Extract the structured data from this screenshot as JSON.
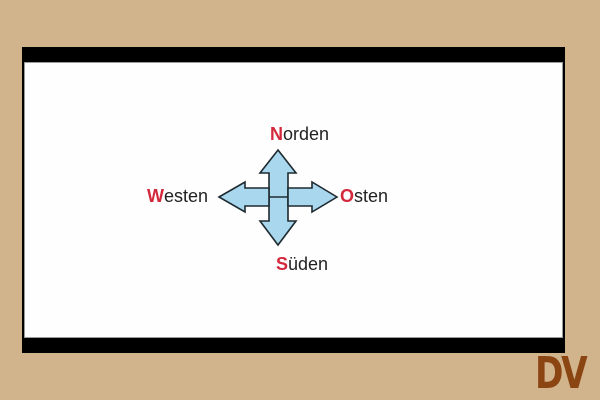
{
  "slide": {
    "directions": {
      "north": {
        "first_letter": "N",
        "rest": "orden"
      },
      "west": {
        "first_letter": "W",
        "rest": "esten"
      },
      "east": {
        "first_letter": "O",
        "rest": "sten"
      },
      "south": {
        "first_letter": "S",
        "rest": "üden"
      }
    },
    "arrow_fill": "#a9d8ee",
    "accent_color": "#d4283c"
  },
  "logo": {
    "text": "DV",
    "color": "#8B4513"
  },
  "background_color": "#D2B48C"
}
